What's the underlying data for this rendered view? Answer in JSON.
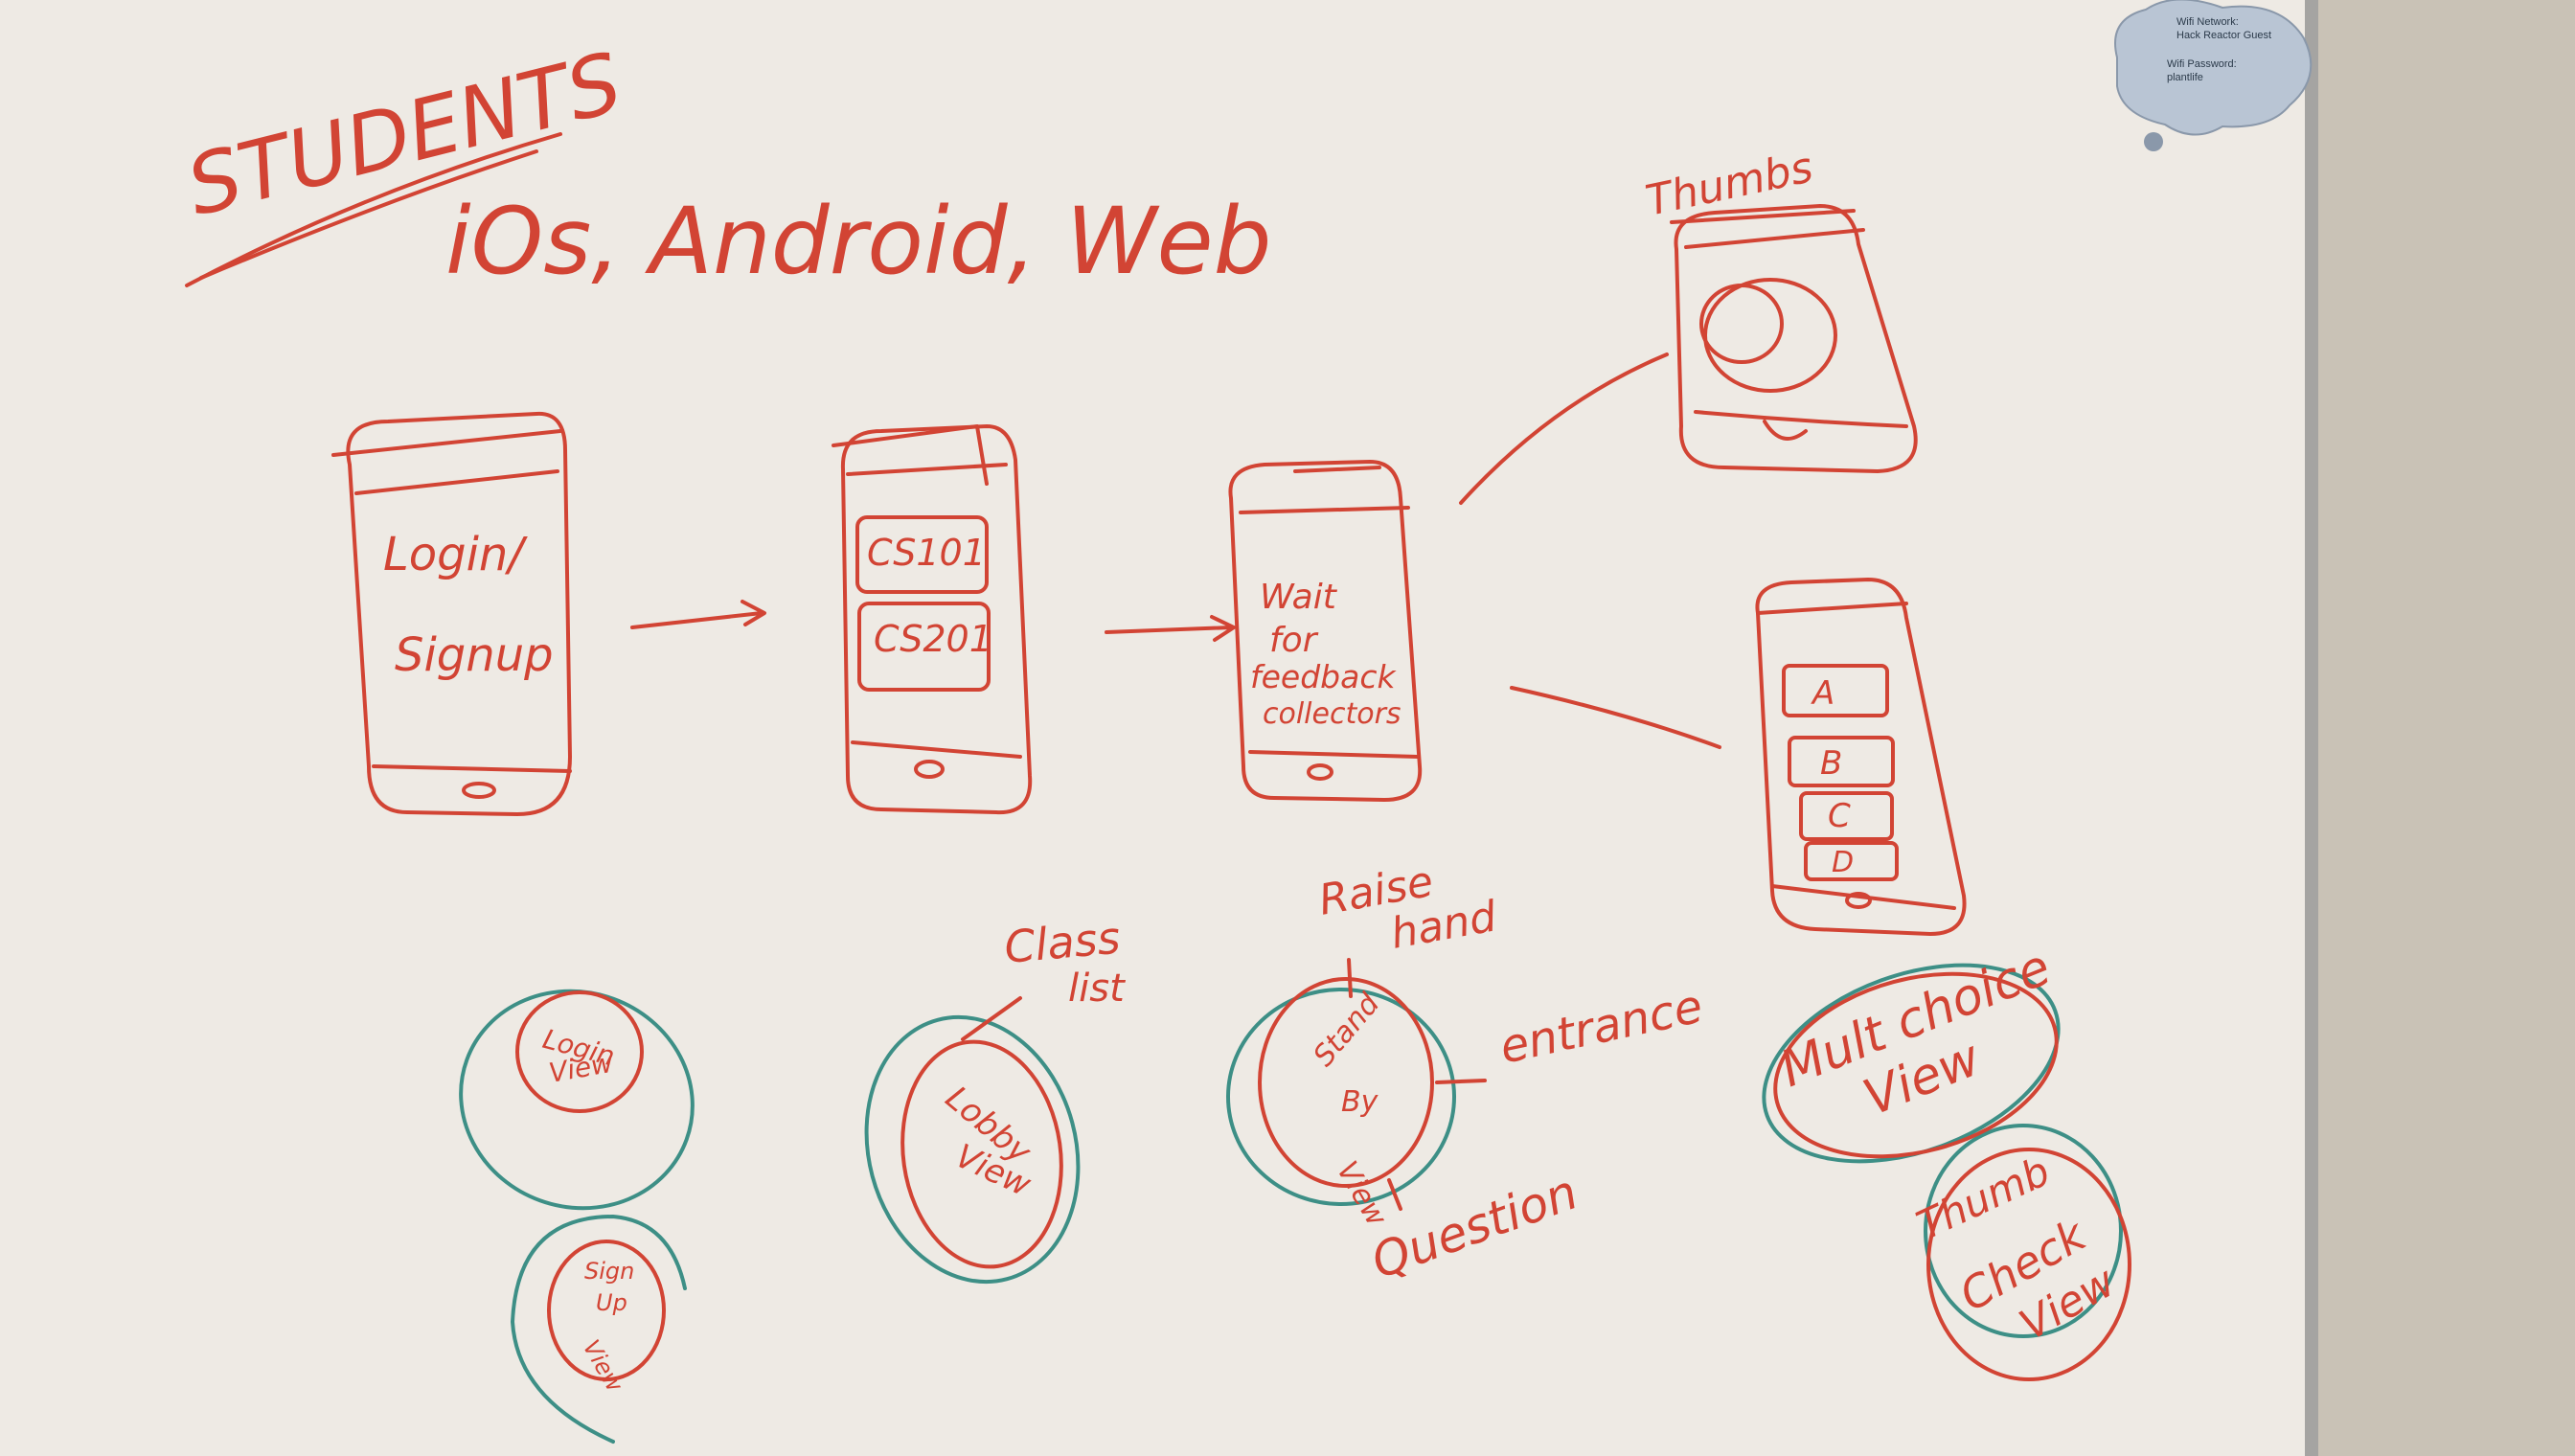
{
  "palette": {
    "wall": "#c9c2b6",
    "board": "#eeeae4",
    "frame": "#a5a4a2",
    "red_marker": "#d24434",
    "green_marker": "#3d8f86",
    "sticky_note": "#b9c5d4"
  },
  "note": {
    "wifi_network_label": "Wifi Network:",
    "wifi_network": "Hack Reactor Guest",
    "wifi_password_label": "Wifi Password:",
    "wifi_password": "plantlife"
  },
  "title": {
    "heading": "STUDENTS",
    "platforms": "iOs, Android, Web"
  },
  "phones": {
    "login_text_1": "Login/",
    "login_text_2": "Signup",
    "class_1": "CS101",
    "class_2": "CS201",
    "wait_1": "Wait",
    "wait_2": "for",
    "wait_3": "feedback",
    "wait_4": "collectors",
    "thumbs_label": "Thumbs",
    "choice_a": "A",
    "choice_b": "B",
    "choice_c": "C",
    "choice_d": "D"
  },
  "bubbles": {
    "login_view_1": "Login",
    "login_view_2": "View",
    "signup_view_1": "Sign",
    "signup_view_2": "Up",
    "signup_view_3": "View",
    "lobby_view_1": "Lobby",
    "lobby_view_2": "View",
    "class_list_1": "Class",
    "class_list_2": "list",
    "standby_1": "Stand",
    "standby_2": "By",
    "standby_3": "View",
    "raise_hand_1": "Raise",
    "raise_hand_2": "hand",
    "entrance": "entrance",
    "question": "Question",
    "multi_choice_1": "Mult choice",
    "multi_choice_2": "View",
    "thumb_check_1": "Thumb",
    "thumb_check_2": "Check",
    "thumb_check_3": "View"
  }
}
